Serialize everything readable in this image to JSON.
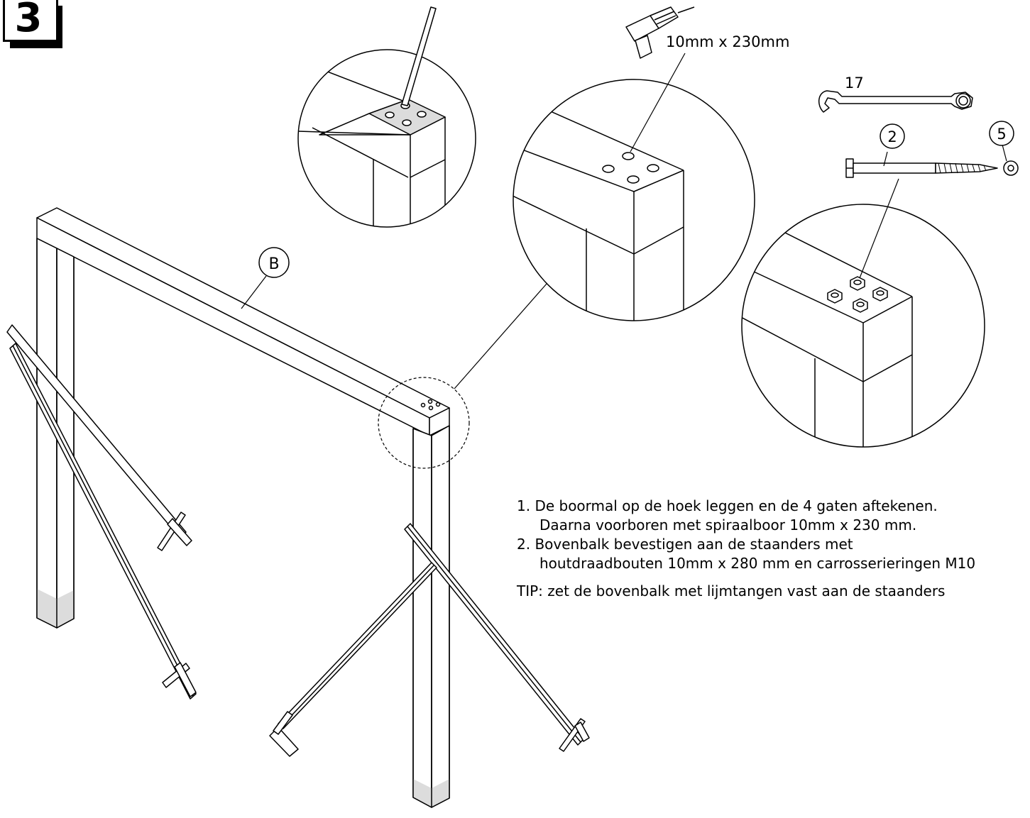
{
  "step": {
    "number": "3"
  },
  "labels": {
    "part_b": "B",
    "drill_size": "10mm x 230mm",
    "wrench_size": "17",
    "bolt_ref": "2",
    "washer_ref": "5"
  },
  "instructions": {
    "item1_line1": "1. De boormal op de hoek leggen en de 4 gaten aftekenen.",
    "item1_line2": "Daarna voorboren met spiraalboor 10mm x 230 mm.",
    "item2_line1": "2. Bovenbalk bevestigen aan de staanders met",
    "item2_line2": "houtdraadbouten 10mm x 280 mm en carrosserieringen M10",
    "tip": "TIP: zet de bovenbalk met lijmtangen vast aan de staanders"
  },
  "colors": {
    "line": "#000000",
    "highlight": "#dcdcdc",
    "background": "#ffffff"
  }
}
